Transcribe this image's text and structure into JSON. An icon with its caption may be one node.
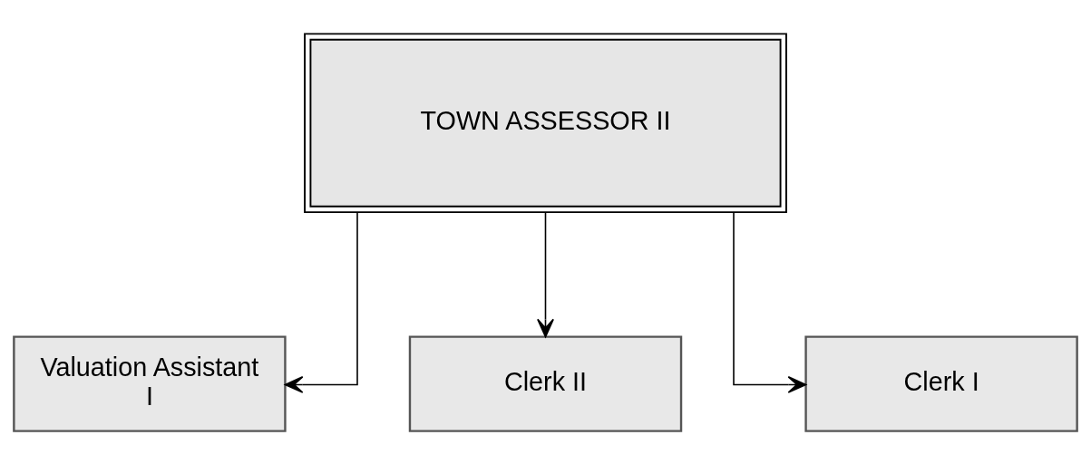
{
  "diagram": {
    "nodes": [
      {
        "text": [
          "TOWN ASSESSOR II"
        ]
      },
      {
        "text": [
          "Valuation Assistant I"
        ]
      },
      {
        "text": [
          "Clerk II"
        ]
      },
      {
        "text": [
          "Clerk I"
        ]
      }
    ],
    "edges": [
      {
        "from": 0,
        "to": 1,
        "arrow": "to"
      },
      {
        "from": 0,
        "to": 2,
        "arrow": "to"
      },
      {
        "from": 0,
        "to": 3,
        "arrow": "to"
      }
    ]
  }
}
